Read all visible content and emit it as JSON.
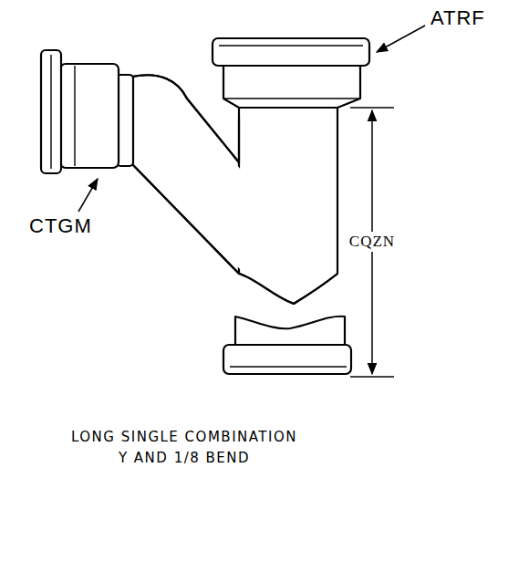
{
  "diagram": {
    "caption": "LONG SINGLE COMBINATION Y AND 1/8 BEND",
    "labels": [
      "ATRF",
      "CTGM",
      "CQZN"
    ]
  }
}
